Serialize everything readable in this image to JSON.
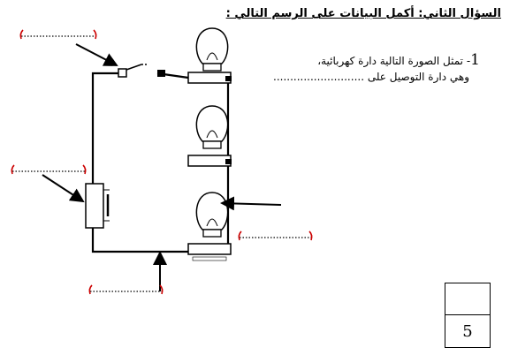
{
  "worksheet": {
    "heading": "السؤال الثاني: أكمل البيانات على الرسم التالي :",
    "question_number": "1",
    "question_line1": "- تمثل الصورة التالية دارة كهربائية،",
    "question_line2": "وهي دارة التوصيل على ...........................",
    "score_total": "5"
  },
  "circuit": {
    "label_blank": "(.......................)",
    "bulb_count": 3,
    "blank_bracket_color": "#cc0000",
    "wire_color": "#000000"
  }
}
